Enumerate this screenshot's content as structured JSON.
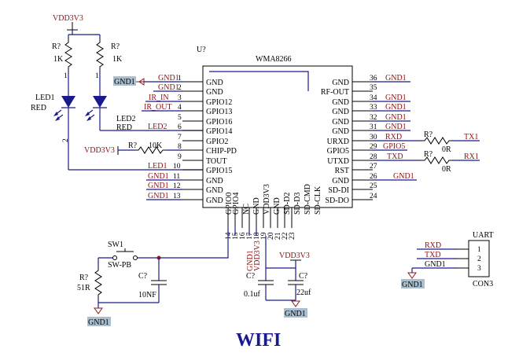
{
  "title": "WIFI",
  "chip": {
    "ref": "U?",
    "name": "WMA8266",
    "left_pins": [
      {
        "num": "1",
        "name": "GND",
        "net": "GND1"
      },
      {
        "num": "2",
        "name": "GND",
        "net": "GND1"
      },
      {
        "num": "3",
        "name": "GPIO12",
        "net": "IR_IN"
      },
      {
        "num": "4",
        "name": "GPIO13",
        "net": "IR_OUT"
      },
      {
        "num": "5",
        "name": "GPIO16",
        "net": ""
      },
      {
        "num": "6",
        "name": "GPIO14",
        "net": "LED2"
      },
      {
        "num": "7",
        "name": "GPIO2",
        "net": ""
      },
      {
        "num": "8",
        "name": "CHIP-PD",
        "net": ""
      },
      {
        "num": "9",
        "name": "TOUT",
        "net": ""
      },
      {
        "num": "10",
        "name": "GPIO15",
        "net": "LED1"
      },
      {
        "num": "11",
        "name": "GND",
        "net": "GND1"
      },
      {
        "num": "12",
        "name": "GND",
        "net": "GND1"
      },
      {
        "num": "13",
        "name": "GND",
        "net": "GND1"
      }
    ],
    "right_pins": [
      {
        "num": "36",
        "name": "GND",
        "net": "GND1"
      },
      {
        "num": "35",
        "name": "RF-OUT",
        "net": ""
      },
      {
        "num": "34",
        "name": "GND",
        "net": "GND1"
      },
      {
        "num": "33",
        "name": "GND",
        "net": "GND1"
      },
      {
        "num": "32",
        "name": "GND",
        "net": "GND1"
      },
      {
        "num": "31",
        "name": "GND",
        "net": "GND1"
      },
      {
        "num": "30",
        "name": "URXD",
        "net": "RXD"
      },
      {
        "num": "29",
        "name": "GPIO5",
        "net": "GPIO5"
      },
      {
        "num": "28",
        "name": "UTXD",
        "net": "TXD"
      },
      {
        "num": "27",
        "name": "RST",
        "net": ""
      },
      {
        "num": "26",
        "name": "GND",
        "net": "GND1"
      },
      {
        "num": "25",
        "name": "SD-DI",
        "net": ""
      },
      {
        "num": "24",
        "name": "SD-DO",
        "net": ""
      }
    ],
    "bottom_pins": [
      {
        "num": "14",
        "name": "GPIO0"
      },
      {
        "num": "15",
        "name": "GPIO4"
      },
      {
        "num": "16",
        "name": "NC"
      },
      {
        "num": "17",
        "name": "GND"
      },
      {
        "num": "18",
        "name": "VDD3V3"
      },
      {
        "num": "19",
        "name": "GND"
      },
      {
        "num": "20",
        "name": "SD-D2"
      },
      {
        "num": "21",
        "name": "SD-D3"
      },
      {
        "num": "22",
        "name": "SD-CMD"
      },
      {
        "num": "23",
        "name": "SD-CLK"
      }
    ],
    "bottom_nets": {
      "p17": "GND1",
      "p18": "VDD3V3"
    }
  },
  "power": {
    "vdd": "VDD3V3",
    "gnd": "GND1"
  },
  "leds": {
    "r1": {
      "ref": "R?",
      "value": "1K"
    },
    "r2": {
      "ref": "R?",
      "value": "1K"
    },
    "led1": {
      "ref": "LED1",
      "color": "RED"
    },
    "led2": {
      "ref": "LED2",
      "color": "RED"
    },
    "pin1": "1",
    "pin2": "2"
  },
  "chip_pd_res": {
    "ref": "R?",
    "value": "10K"
  },
  "uart_res": [
    {
      "ref": "R?",
      "value": "0R",
      "net": "TX1"
    },
    {
      "ref": "R?",
      "value": "0R",
      "net": "RX1"
    }
  ],
  "switch": {
    "ref": "SW1",
    "name": "SW-PB",
    "res_ref": "R?",
    "res_value": "51R",
    "cap_ref": "C?",
    "cap_value": "10NF"
  },
  "decoupling": [
    {
      "ref": "C?",
      "value": "0.1uf"
    },
    {
      "ref": "C?",
      "value": "22uf"
    }
  ],
  "uart": {
    "ref": "UART",
    "part": "CON3",
    "pins": [
      "1",
      "2",
      "3"
    ],
    "nets": [
      "RXD",
      "TXD",
      "GND1"
    ]
  }
}
